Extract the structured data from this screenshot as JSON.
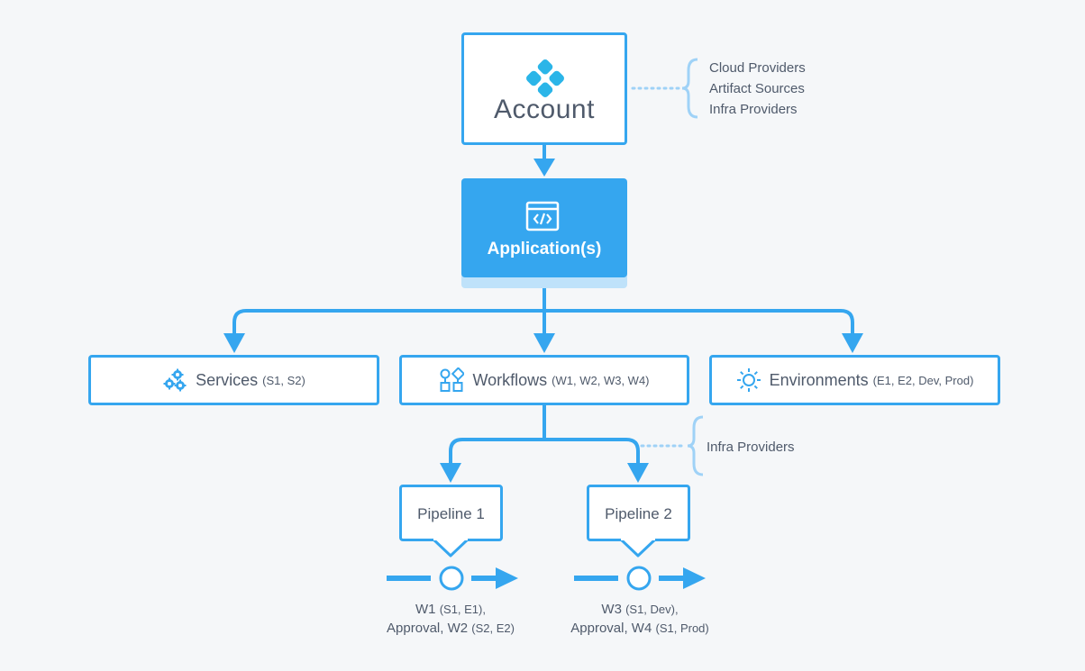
{
  "account": {
    "title": "Account",
    "details": [
      "Cloud Providers",
      "Artifact Sources",
      "Infra Providers"
    ]
  },
  "application": {
    "title": "Application(s)"
  },
  "services": {
    "label": "Services",
    "items": "(S1, S2)"
  },
  "workflows": {
    "label": "Workflows",
    "items": "(W1, W2, W3, W4)"
  },
  "environments": {
    "label": "Environments",
    "items": "(E1, E2, Dev, Prod)"
  },
  "workflow_note": "Infra Providers",
  "pipelines": [
    {
      "title": "Pipeline 1",
      "line1_main": "W1",
      "line1_sub": "(S1, E1),",
      "line2_main": "Approval, W2",
      "line2_sub": "(S2, E2)"
    },
    {
      "title": "Pipeline 2",
      "line1_main": "W3",
      "line1_sub": "(S1, Dev),",
      "line2_main": "Approval, W4",
      "line2_sub": "(S1, Prod)"
    }
  ],
  "colors": {
    "accent": "#35a6ef",
    "accent_light": "#9fd2f7",
    "text": "#4f5a6b",
    "background": "#f5f7f9"
  }
}
